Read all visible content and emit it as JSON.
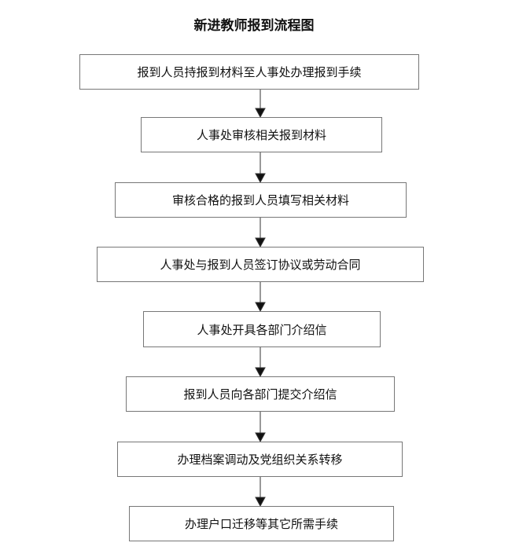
{
  "title": "新进教师报到流程图",
  "steps": [
    "报到人员持报到材料至人事处办理报到手续",
    "人事处审核相关报到材料",
    "审核合格的报到人员填写相关材料",
    "人事处与报到人员签订协议或劳动合同",
    "人事处开具各部门介绍信",
    "报到人员向各部门提交介绍信",
    "办理档案调动及党组织关系转移",
    "办理户口迁移等其它所需手续"
  ]
}
